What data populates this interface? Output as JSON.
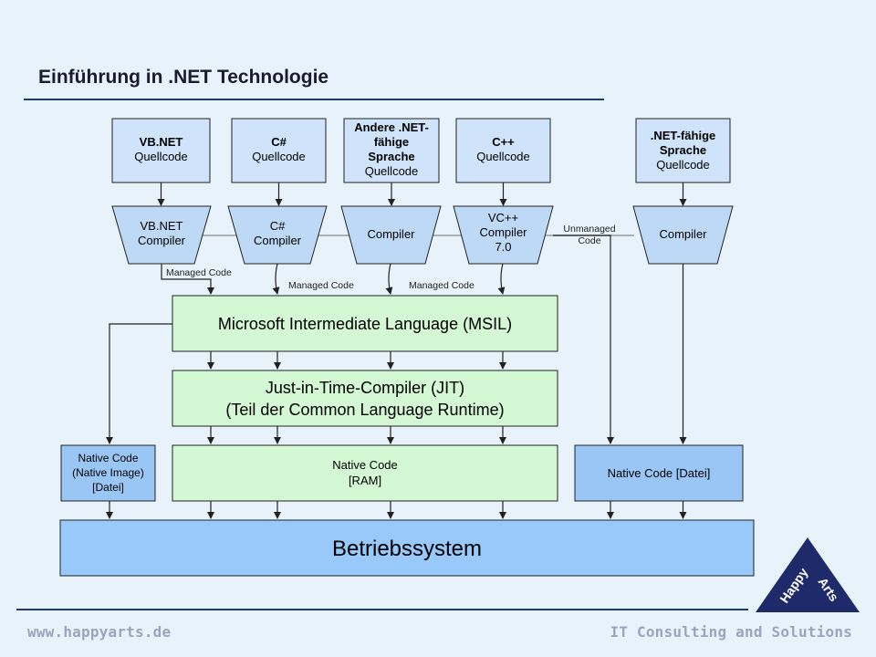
{
  "slide": {
    "title": "Einführung in .NET Technologie",
    "footer_url": "www.happyarts.de",
    "footer_tagline": "IT Consulting and Solutions",
    "logo_text_1": "Happy",
    "logo_text_2": "Arts"
  },
  "colors": {
    "background": "#e8f2fb",
    "source_box": "#cfe3fb",
    "compiler": "#bdd9f5",
    "green_box": "#d4f7d4",
    "native_box": "#9ac6f6",
    "os_box": "#99c9fb",
    "logo": "#1f2a6b"
  },
  "sources": [
    {
      "bold": [
        "VB.NET"
      ],
      "normal": [
        "Quellcode"
      ]
    },
    {
      "bold": [
        "C#"
      ],
      "normal": [
        "Quellcode"
      ]
    },
    {
      "bold": [
        "Andere .NET-",
        "fähige",
        "Sprache"
      ],
      "normal": [
        "Quellcode"
      ]
    },
    {
      "bold": [
        "C++"
      ],
      "normal": [
        "Quellcode"
      ]
    },
    {
      "bold": [
        ".NET-fähige",
        "Sprache"
      ],
      "normal": [
        "Quellcode"
      ]
    }
  ],
  "compilers": [
    {
      "lines": [
        "VB.NET",
        "Compiler"
      ]
    },
    {
      "lines": [
        "C#",
        "Compiler"
      ]
    },
    {
      "lines": [
        "Compiler"
      ]
    },
    {
      "lines": [
        "VC++",
        "Compiler",
        "7.0"
      ]
    },
    {
      "lines": [
        "Compiler"
      ]
    }
  ],
  "edge_labels": {
    "managed_1": "Managed Code",
    "managed_2": "Managed Code",
    "managed_3": "Managed Code",
    "unmanaged": [
      "Unmanaged",
      "Code"
    ]
  },
  "msil": "Microsoft Intermediate Language (MSIL)",
  "jit": [
    "Just-in-Time-Compiler (JIT)",
    "(Teil der Common Language Runtime)"
  ],
  "native_image": [
    "Native Code",
    "(Native Image)",
    "[Datei]"
  ],
  "native_ram": [
    "Native Code",
    "[RAM]"
  ],
  "native_file": "Native Code [Datei]",
  "os": "Betriebssystem"
}
